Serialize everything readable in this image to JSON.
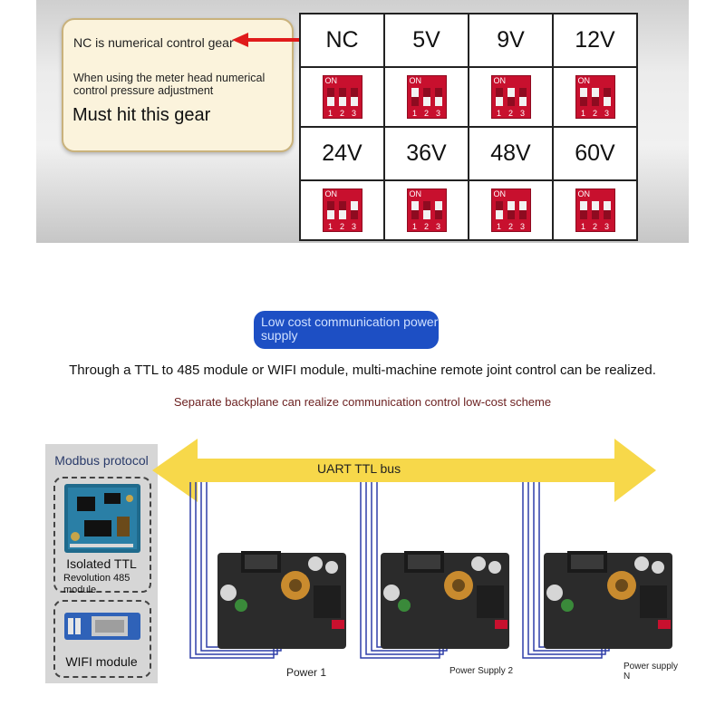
{
  "top_note": {
    "title": "NC is numerical control gear",
    "subtitle": "When using the meter head numerical control pressure adjustment",
    "emphasis": "Must hit this gear"
  },
  "dip_switch_table": {
    "switch_label": "ON",
    "switch_numbers": [
      "1",
      "2",
      "3"
    ],
    "rows": [
      {
        "voltages": [
          "NC",
          "5V",
          "9V",
          "12V"
        ],
        "settings": [
          [
            0,
            0,
            0
          ],
          [
            1,
            0,
            0
          ],
          [
            0,
            1,
            0
          ],
          [
            1,
            1,
            0
          ]
        ]
      },
      {
        "voltages": [
          "24V",
          "36V",
          "48V",
          "60V"
        ],
        "settings": [
          [
            0,
            0,
            1
          ],
          [
            1,
            0,
            1
          ],
          [
            0,
            1,
            1
          ],
          [
            1,
            1,
            1
          ]
        ]
      }
    ],
    "colors": {
      "switch": "#c8102e",
      "arrow": "#e01b1b"
    }
  },
  "badge": "Low cost communication power supply",
  "headline": "Through a TTL to 485 module or WIFI module, multi-machine remote joint control can be realized.",
  "subheadline": "Separate backplane can realize communication control low-cost scheme",
  "left_panel": {
    "protocol": "Modbus protocol",
    "module1_line1": "Isolated TTL",
    "module1_line2": "Revolution 485",
    "module1_line3": "module",
    "module2": "WIFI module"
  },
  "bus": {
    "label": "UART TTL bus",
    "color": "#f7d84a"
  },
  "power_supplies": [
    "Power 1",
    "Power Supply 2",
    "Power supply N"
  ]
}
